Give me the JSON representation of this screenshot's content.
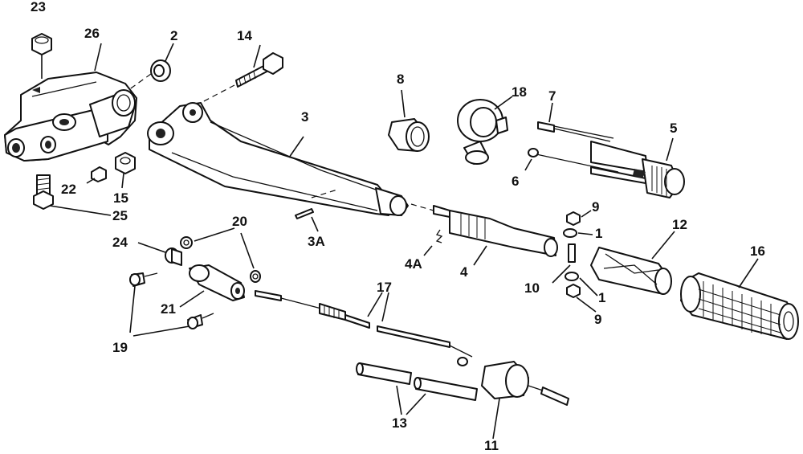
{
  "diagram": {
    "labels": {
      "p23": "23",
      "p26": "26",
      "p2": "2",
      "p14": "14",
      "p3": "3",
      "p8": "8",
      "p18": "18",
      "p7": "7",
      "p5": "5",
      "p6": "6",
      "p22": "22",
      "p15": "15",
      "p25": "25",
      "p9a": "9",
      "p1a": "1",
      "p12": "12",
      "p16": "16",
      "p3A": "3A",
      "p4A": "4A",
      "p4": "4",
      "p10": "10",
      "p1b": "1",
      "p9b": "9",
      "p20": "20",
      "p24": "24",
      "p21": "21",
      "p19": "19",
      "p17": "17",
      "p13": "13",
      "p11": "11"
    }
  }
}
